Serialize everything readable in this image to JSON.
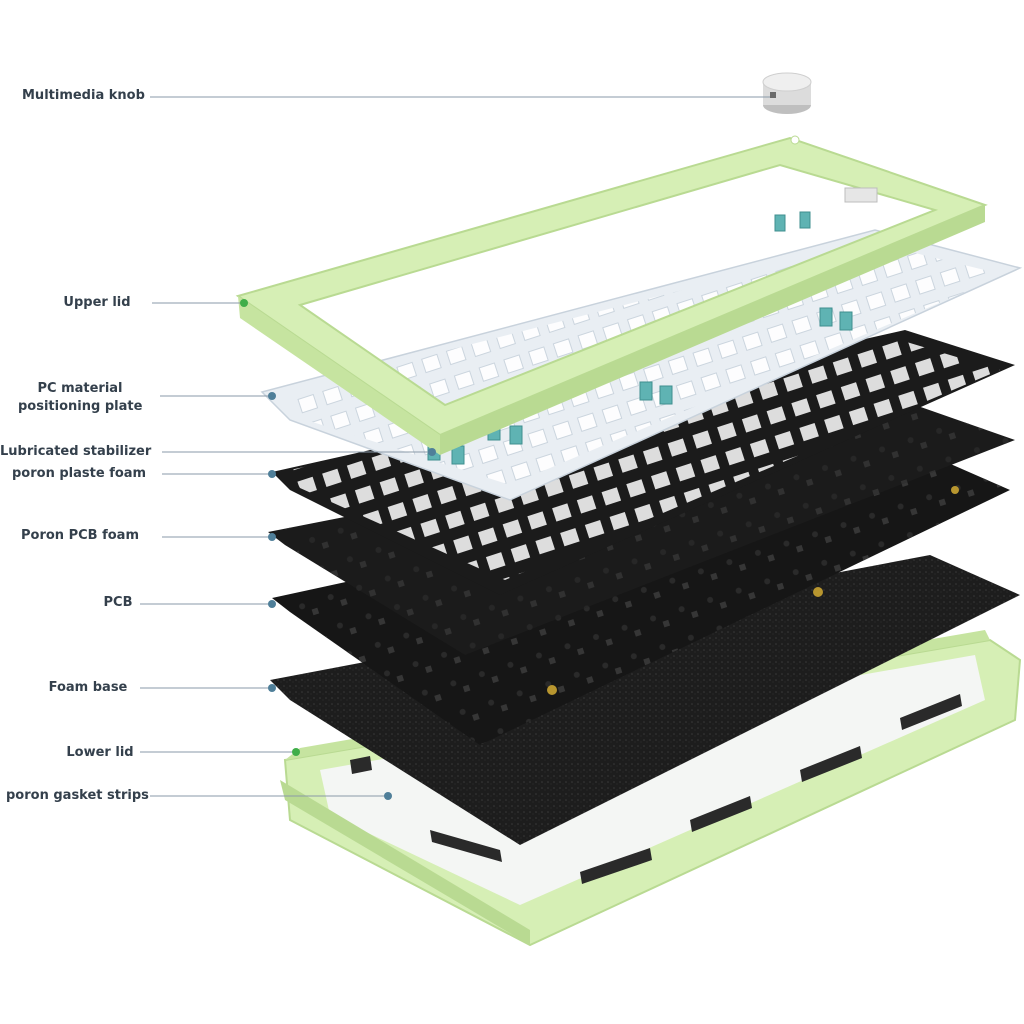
{
  "labels": {
    "multimedia_knob": "Multimedia knob",
    "upper_lid": "Upper lid",
    "pc_plate_line1": "PC material",
    "pc_plate_line2": "positioning plate",
    "lubricated_stabilizer": "Lubricated stabilizer",
    "poron_plate_foam": "poron plaste foam",
    "poron_pcb_foam": "Poron PCB foam",
    "pcb": "PCB",
    "foam_base": "Foam base",
    "lower_lid": "Lower lid",
    "poron_gasket_strips": "poron gasket strips"
  },
  "colors": {
    "label_text": "#34404c",
    "leader_line": "#8a9aa8",
    "dot_green": "#3fae49",
    "dot_blue": "#4f7f99",
    "case_green": "#d6efb5",
    "case_green_dark": "#b9da92",
    "plate_clear": "#e9eef3",
    "foam_black": "#1b1b1b",
    "pcb_black": "#161616",
    "stabilizer_teal": "#5fb3b3",
    "knob_silver": "#dcdcdc",
    "gold": "#b8962f"
  }
}
